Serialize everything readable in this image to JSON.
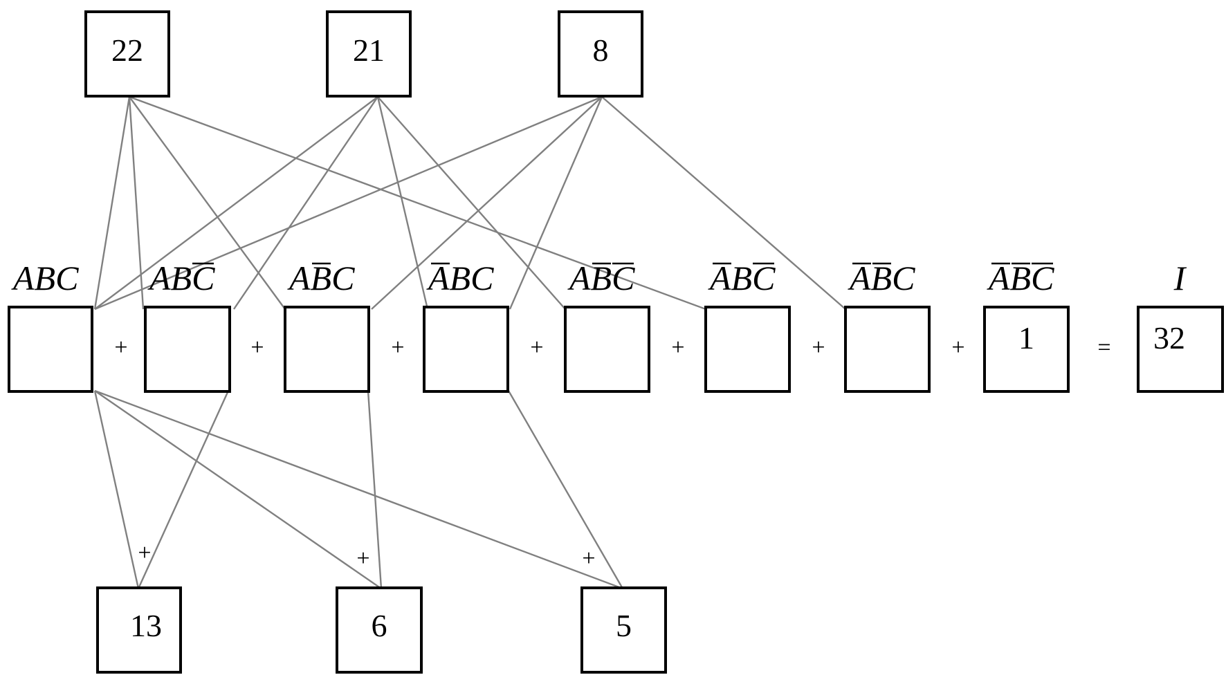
{
  "top_totals": [
    {
      "value": "22"
    },
    {
      "value": "21"
    },
    {
      "value": "8"
    }
  ],
  "regions": [
    {
      "label": "ABC",
      "negated": [],
      "value": ""
    },
    {
      "label": "ABC",
      "negated": [
        2
      ],
      "value": ""
    },
    {
      "label": "ABC",
      "negated": [
        1
      ],
      "value": ""
    },
    {
      "label": "ABC",
      "negated": [
        0
      ],
      "value": ""
    },
    {
      "label": "ABC",
      "negated": [
        1,
        2
      ],
      "value": ""
    },
    {
      "label": "ABC",
      "negated": [
        0,
        2
      ],
      "value": ""
    },
    {
      "label": "ABC",
      "negated": [
        0,
        1
      ],
      "value": ""
    },
    {
      "label": "ABC",
      "negated": [
        0,
        1,
        2
      ],
      "value": "1"
    }
  ],
  "total": {
    "label": "I",
    "value": "32"
  },
  "bottom_totals": [
    {
      "value": "13"
    },
    {
      "value": "6"
    },
    {
      "value": "5"
    }
  ],
  "operators": {
    "plus": "+",
    "equals": "="
  },
  "edges": {
    "top": [
      {
        "from": 0,
        "to": [
          0,
          1,
          2,
          5
        ]
      },
      {
        "from": 1,
        "to": [
          0,
          1,
          3,
          4
        ]
      },
      {
        "from": 2,
        "to": [
          0,
          2,
          3,
          6
        ]
      }
    ],
    "bottom": [
      {
        "from": [
          0,
          1
        ],
        "to": 0
      },
      {
        "from": [
          0,
          2
        ],
        "to": 1
      },
      {
        "from": [
          0,
          3
        ],
        "to": 2
      }
    ]
  }
}
